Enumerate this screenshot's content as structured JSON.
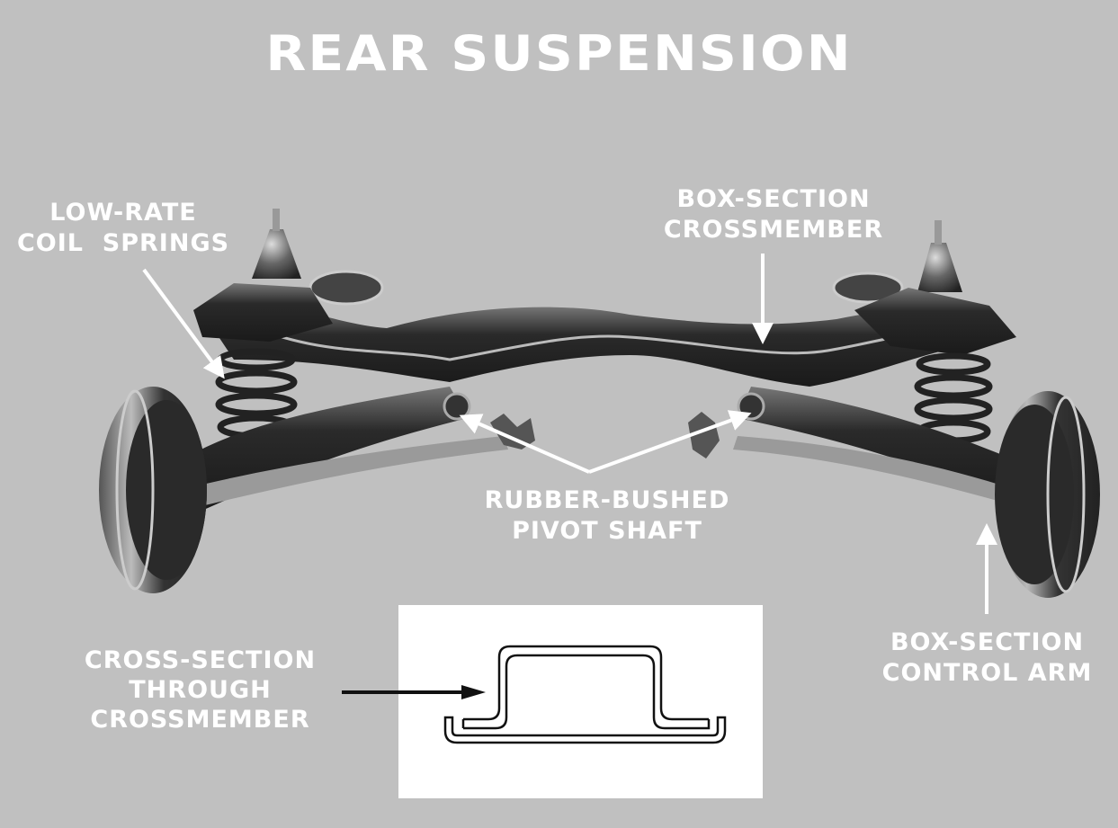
{
  "title": "REAR SUSPENSION",
  "colors": {
    "background": "#c0c0c0",
    "label_text": "#ffffff",
    "metal_dark": "#2a2a2a",
    "metal_light": "#8a8a8a",
    "section_box": "#ffffff",
    "section_line": "#111111"
  },
  "labels": {
    "coil_springs": [
      "LOW-RATE",
      "COIL  SPRINGS"
    ],
    "crossmember": [
      "BOX-SECTION",
      "CROSSMEMBER"
    ],
    "pivot_shaft": [
      "RUBBER-BUSHED",
      "PIVOT SHAFT"
    ],
    "control_arm": [
      "BOX-SECTION",
      "CONTROL ARM"
    ],
    "cross_section": [
      "CROSS-SECTION",
      "THROUGH",
      "CROSSMEMBER"
    ]
  },
  "icons": {
    "pointer": "arrow-icon",
    "section_profile": "hat-channel-profile"
  }
}
